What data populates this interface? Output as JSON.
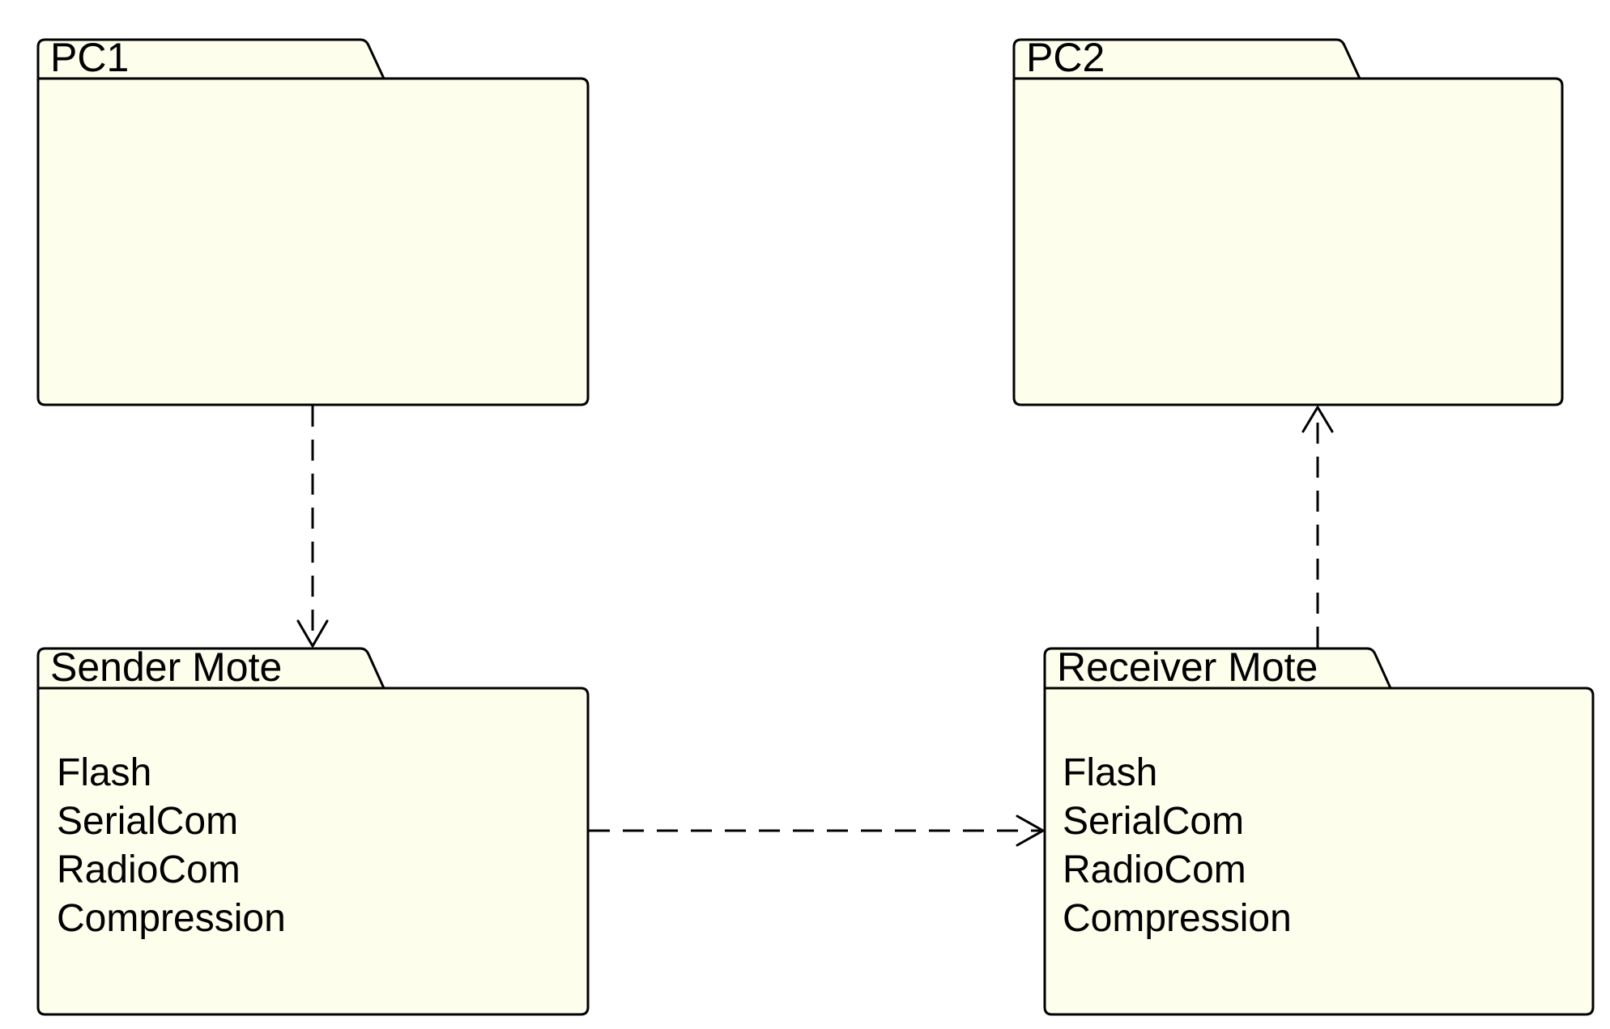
{
  "diagram": {
    "packages": [
      {
        "id": "pc1",
        "name": "PC1",
        "members": []
      },
      {
        "id": "pc2",
        "name": "PC2",
        "members": []
      },
      {
        "id": "sender",
        "name": "Sender Mote",
        "members": [
          "Flash",
          "SerialCom",
          "RadioCom",
          "Compression"
        ]
      },
      {
        "id": "receiver",
        "name": "Receiver Mote",
        "members": [
          "Flash",
          "SerialCom",
          "RadioCom",
          "Compression"
        ]
      }
    ],
    "dependencies": [
      {
        "from": "PC1",
        "to": "Sender Mote",
        "style": "dashed"
      },
      {
        "from": "Sender Mote",
        "to": "Receiver Mote",
        "style": "dashed"
      },
      {
        "from": "Receiver Mote",
        "to": "PC2",
        "style": "dashed"
      }
    ],
    "colors": {
      "package_fill": "#FEFEED",
      "stroke": "#000000",
      "background": "#FFFFFF"
    }
  }
}
